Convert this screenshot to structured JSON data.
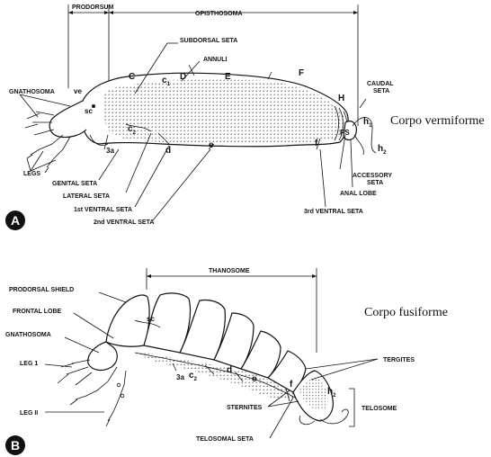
{
  "panel_a": {
    "badge": "A",
    "side_text": "Corpo vermiforme",
    "labels": {
      "prodorsum": "PRODORSUM",
      "opisthosoma": "OPISTHOSOMA",
      "subdorsal_seta": "SUBDORSAL SETA",
      "annuli": "ANNULI",
      "gnathosoma": "GNATHOSOMA",
      "ve": "ve",
      "sc": "sc",
      "c": "C",
      "c1": "c",
      "c1_sub": "1",
      "d_upper": "D",
      "e_upper": "E",
      "f_upper": "F",
      "h_upper": "H",
      "caudal_seta": "CAUDAL\nSETA",
      "h1": "h",
      "h1_sub": "1",
      "h2": "h",
      "h2_sub": "2",
      "ps": "PS",
      "legs": "LEGS",
      "c2": "c",
      "c2_sub": "2",
      "three_a": "3a",
      "d": "d",
      "e": "e",
      "f": "f",
      "genital_seta": "GENITAL SETA",
      "lateral_seta": "LATERAL SETA",
      "first_ventral_seta": "1st VENTRAL SETA",
      "second_ventral_seta": "2nd VENTRAL SETA",
      "accessory_seta": "ACCESSORY\nSETA",
      "anal_lobe": "ANAL LOBE",
      "third_ventral_seta": "3rd VENTRAL SETA"
    }
  },
  "panel_b": {
    "badge": "B",
    "side_text": "Corpo fusiforme",
    "labels": {
      "thanosome": "THANOSOME",
      "prodorsal_shield": "PRODORSAL SHIELD",
      "frontal_lobe": "FRONTAL LOBE",
      "gnathosoma": "GNATHOSOMA",
      "leg1": "LEG 1",
      "leg2": "LEG II",
      "sc": "sc",
      "c2": "c",
      "c2_sub": "2",
      "three_a": "3a",
      "d": "d",
      "e": "e",
      "f": "f",
      "h2": "h",
      "h2_sub": "2",
      "tergites": "TERGITES",
      "telosome": "TELOSOME",
      "sternites": "STERNITES",
      "telosomal_seta": "TELOSOMAL SETA"
    }
  }
}
